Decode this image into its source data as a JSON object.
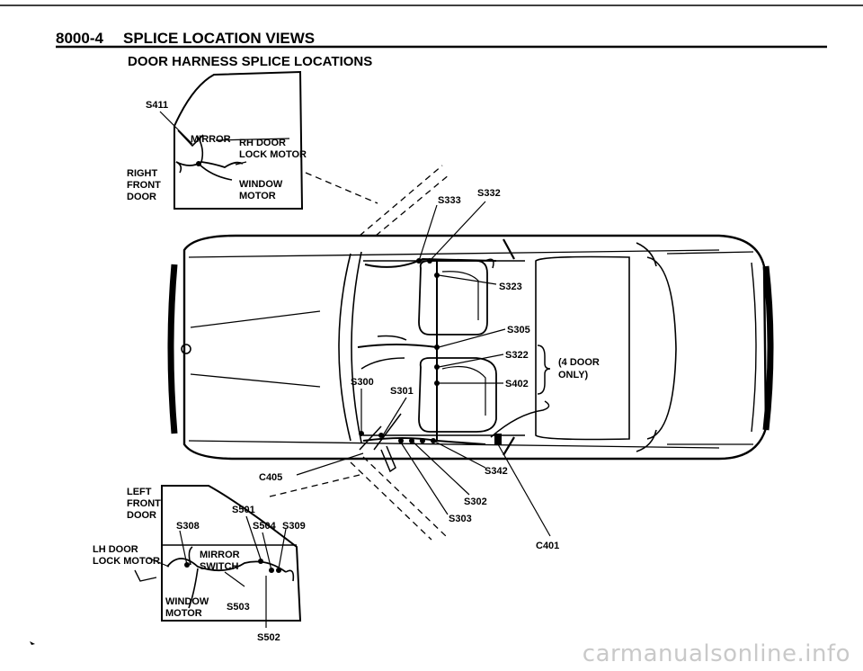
{
  "header": {
    "page_number": "8000-4",
    "section_title": "SPLICE LOCATION VIEWS",
    "sub_title": "DOOR HARNESS SPLICE LOCATIONS"
  },
  "right_front_door": {
    "label_lines": [
      "RIGHT",
      "FRONT",
      "DOOR"
    ],
    "splice": "S411",
    "mirror": "MIRROR",
    "lock_motor_lines": [
      "RH DOOR",
      "LOCK MOTOR"
    ],
    "window_motor_lines": [
      "WINDOW",
      "MOTOR"
    ]
  },
  "left_front_door": {
    "label_lines": [
      "LEFT",
      "FRONT",
      "DOOR"
    ],
    "lock_motor_lines": [
      "LH DOOR",
      "LOCK MOTOR"
    ],
    "mirror_switch_lines": [
      "MIRROR",
      "SWITCH"
    ],
    "window_motor_lines": [
      "WINDOW",
      "MOTOR"
    ],
    "splices": {
      "s308": "S308",
      "s501": "S501",
      "s504": "S504",
      "s309": "S309",
      "s503": "S503",
      "s502": "S502"
    }
  },
  "car_splices": {
    "s333": "S333",
    "s332": "S332",
    "s323": "S323",
    "s305": "S305",
    "s322": "S322",
    "s402": "S402",
    "s300": "S300",
    "s301": "S301",
    "s342": "S342",
    "s302": "S302",
    "s303": "S303",
    "c405": "C405",
    "c401": "C401"
  },
  "four_door_note_lines": [
    "(4 DOOR",
    "ONLY)"
  ],
  "watermark": "carmanualsonline.info"
}
